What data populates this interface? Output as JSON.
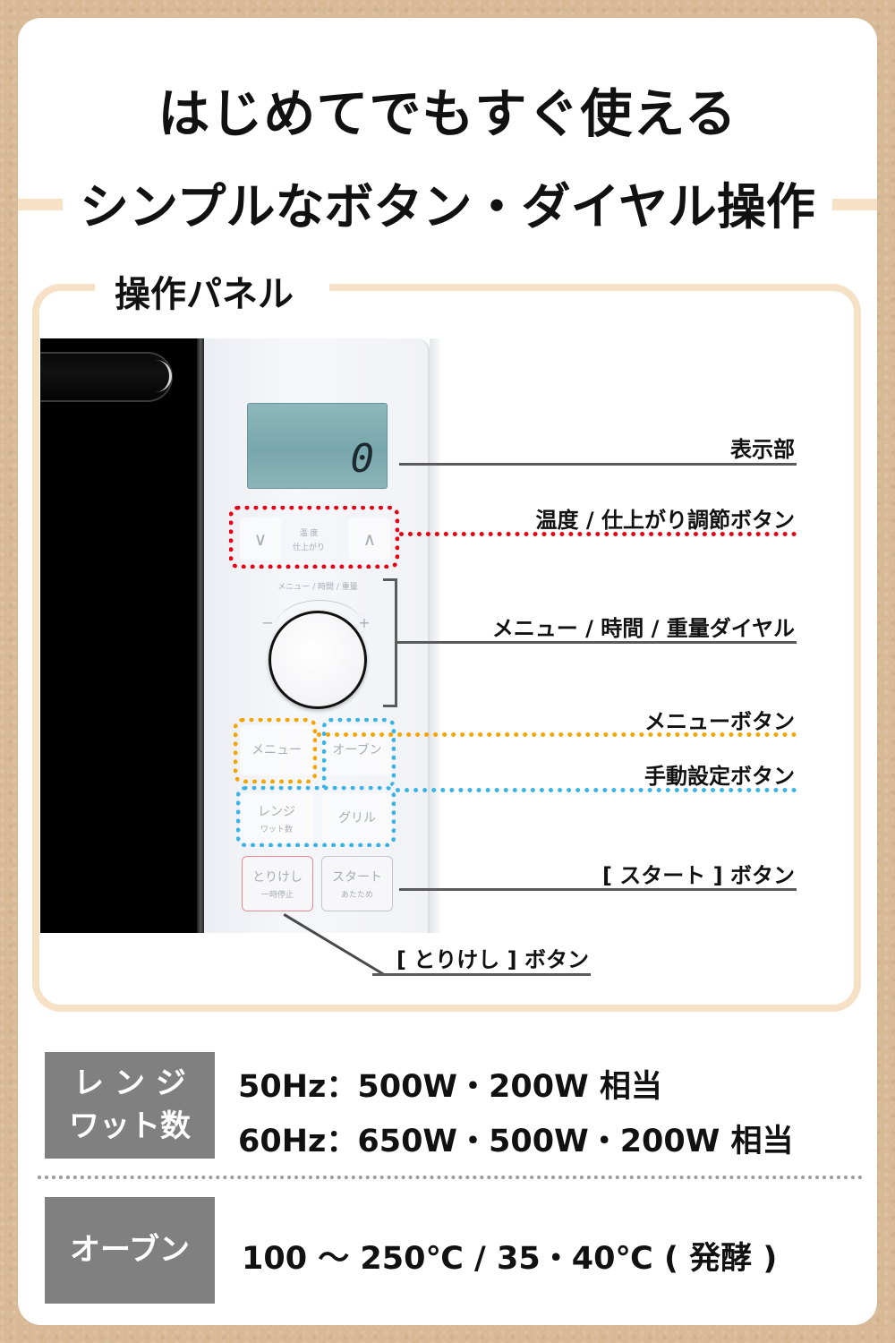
{
  "headline": {
    "line1": "はじめてでもすぐ使える",
    "line2": "シンプルなボタン・ダイヤル操作"
  },
  "panel": {
    "title": "操作パネル",
    "display_value": "0",
    "device_labels": {
      "temp_up_down_top": "温 度",
      "temp_up_down_bottom": "仕上がり",
      "down_arrow": "∨",
      "up_arrow": "∧",
      "dial_caption": "メニュー / 時間 / 重量",
      "dial_minus": "−",
      "dial_plus": "+",
      "menu_button": "メニュー",
      "oven_button": "オーブン",
      "range_button": "レンジ",
      "range_button_sub": "ワット数",
      "grill_button": "グリル",
      "cancel_button": "とりけし",
      "cancel_button_sub": "一時停止",
      "start_button": "スタート",
      "start_button_sub": "あたため"
    },
    "callouts": [
      {
        "label": "表示部",
        "style": "solid"
      },
      {
        "label": "温度 / 仕上がり調節ボタン",
        "style": "dotted",
        "color": "#e60012"
      },
      {
        "label": "メニュー / 時間 / 重量ダイヤル",
        "style": "bracket"
      },
      {
        "label": "メニューボタン",
        "style": "dotted",
        "color": "#f5a500"
      },
      {
        "label": "手動設定ボタン",
        "style": "dotted",
        "color": "#3ab4e6"
      },
      {
        "label": "[ スタート ] ボタン",
        "style": "solid"
      },
      {
        "label": "[ とりけし ] ボタン",
        "style": "solid"
      }
    ]
  },
  "specs": [
    {
      "tag_line1": "レ ン ジ",
      "tag_line2": "ワット数",
      "lines": [
        "50Hz：500W・200W 相当",
        "60Hz：650W・500W・200W 相当"
      ]
    },
    {
      "tag_line1": "オーブン",
      "lines": [
        "100 ～ 250℃ / 35・40℃ ( 発酵 )"
      ]
    }
  ],
  "colors": {
    "background_kraft": "#d8b995",
    "frame_beige": "#f6e0c6",
    "tag_gray": "#808080",
    "accent_red": "#e60012",
    "accent_orange": "#f5a500",
    "accent_blue": "#3ab4e6"
  }
}
